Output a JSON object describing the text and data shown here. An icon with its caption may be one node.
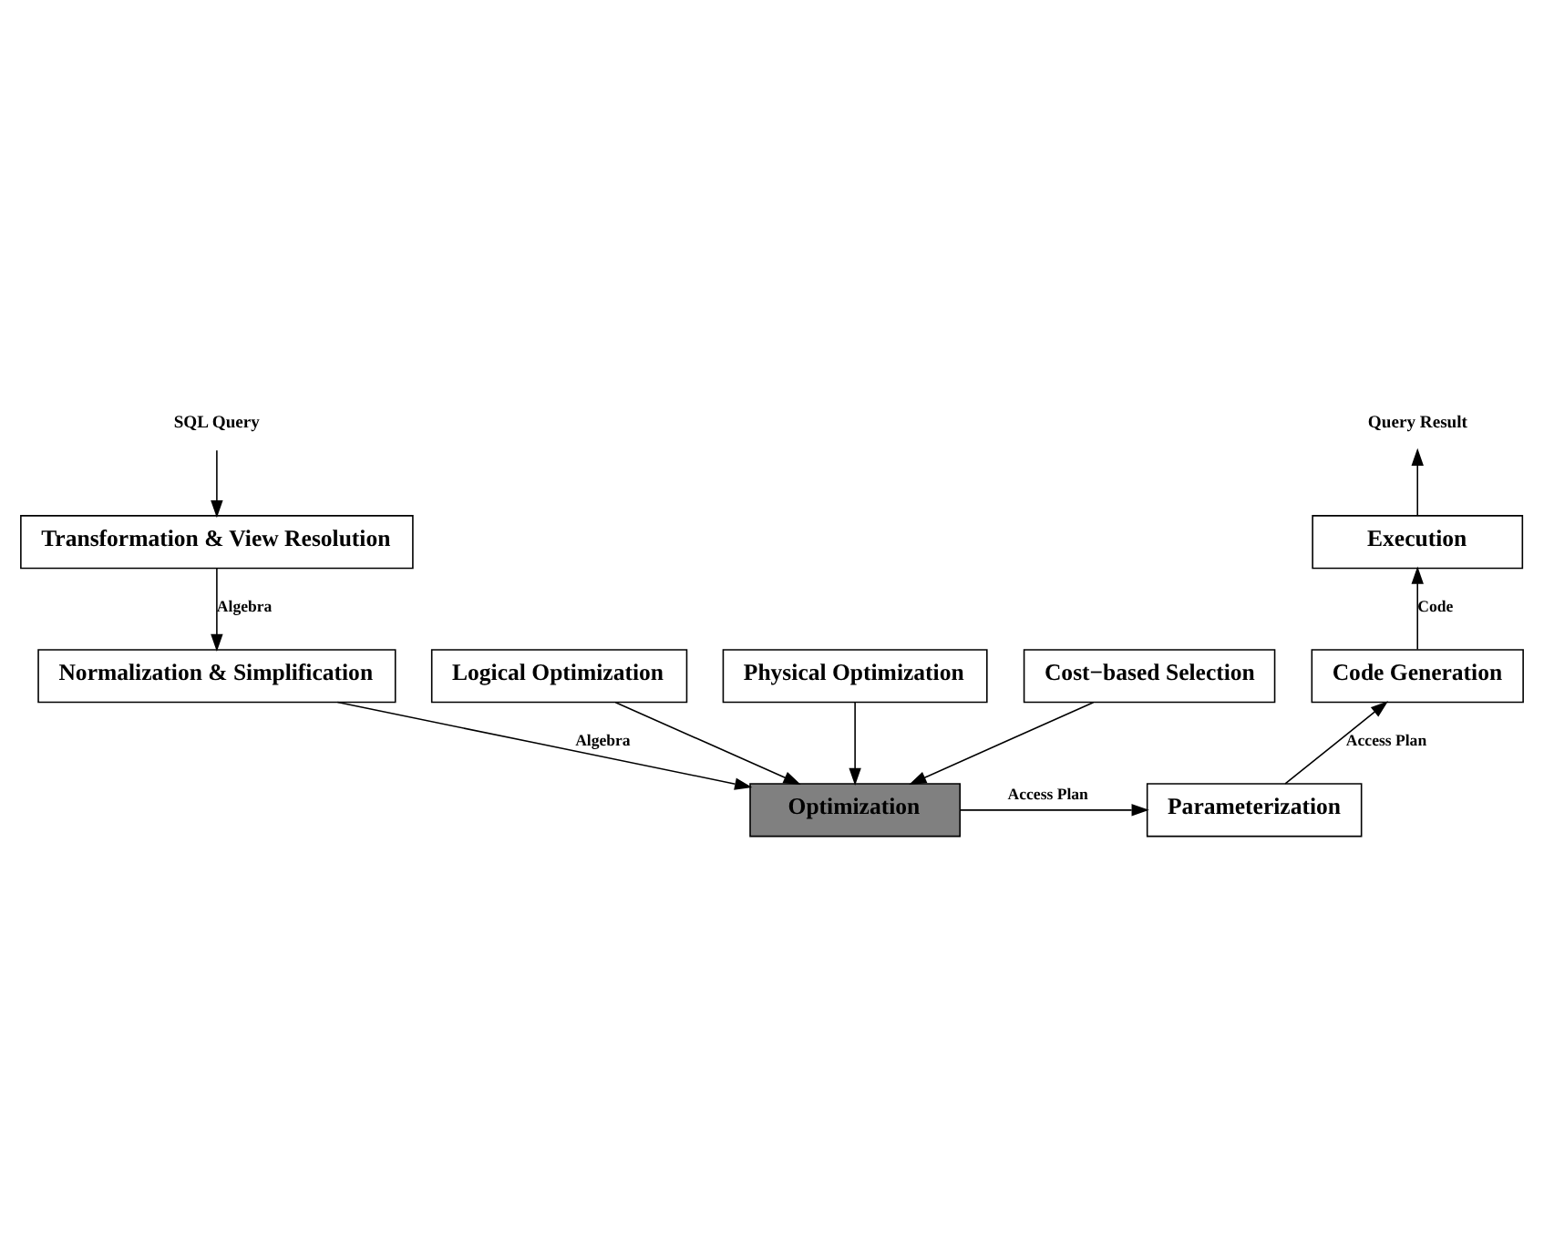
{
  "diagram": {
    "nodes": [
      {
        "text": [
          "SQL Query"
        ]
      },
      {
        "text": [
          "Transformation & View Resolution"
        ]
      },
      {
        "text": [
          "Normalization & Simplification"
        ]
      },
      {
        "text": [
          "Optimization"
        ]
      },
      {
        "text": [
          "Logical Optimization"
        ]
      },
      {
        "text": [
          "Physical Optimization"
        ]
      },
      {
        "text": [
          "Cost−based Selection"
        ]
      },
      {
        "text": [
          "Parameterization"
        ]
      },
      {
        "text": [
          "Code Generation"
        ]
      },
      {
        "text": [
          "Execution"
        ]
      },
      {
        "text": [
          "Query Result"
        ]
      }
    ],
    "edges": [
      {
        "from": 0,
        "to": 1,
        "arrow": "to"
      },
      {
        "from": 1,
        "to": 2,
        "arrow": "to",
        "label": "Algebra"
      },
      {
        "from": 2,
        "to": 3,
        "arrow": "to",
        "label": "Algebra"
      },
      {
        "from": 4,
        "to": 3,
        "arrow": "to"
      },
      {
        "from": 5,
        "to": 3,
        "arrow": "to"
      },
      {
        "from": 6,
        "to": 3,
        "arrow": "to"
      },
      {
        "from": 3,
        "to": 7,
        "arrow": "to",
        "label": "Access Plan"
      },
      {
        "from": 7,
        "to": 8,
        "arrow": "to",
        "label": "Access Plan"
      },
      {
        "from": 8,
        "to": 9,
        "arrow": "to",
        "label": "Code"
      },
      {
        "from": 9,
        "to": 10,
        "arrow": "to"
      }
    ]
  }
}
